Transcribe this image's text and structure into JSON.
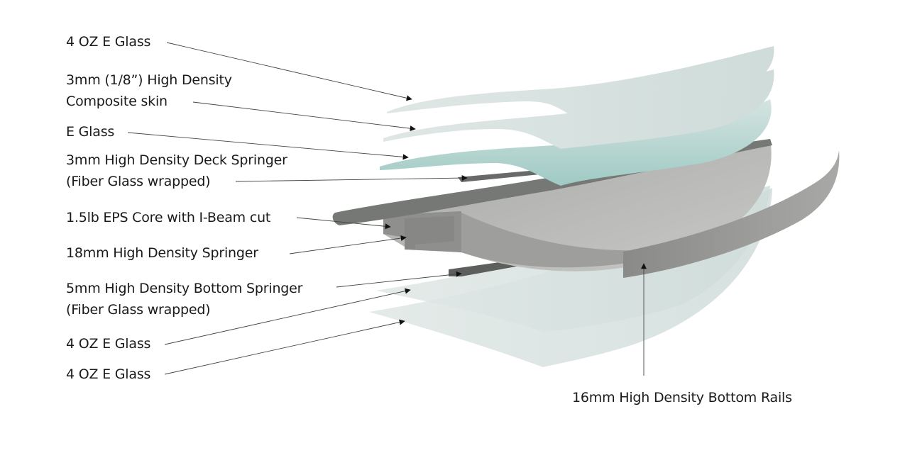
{
  "labels": {
    "l1_line1": "4 OZ E Glass",
    "l2_line1": "3mm (1/8”) High Density",
    "l2_line2": "Composite skin",
    "l3_line1": "E Glass",
    "l4_line1": "3mm High Density Deck Springer",
    "l4_line2": "(Fiber Glass wrapped)",
    "l5_line1": "1.5lb EPS Core with I-Beam cut",
    "l6_line1": "18mm High Density Springer",
    "l7_line1": "5mm High Density Bottom Springer",
    "l7_line2": "(Fiber Glass wrapped)",
    "l8_line1": "4 OZ E Glass",
    "l9_line1": "4 OZ E Glass",
    "l10_line1": "16mm High Density Bottom Rails"
  },
  "colors": {
    "glass": "#d9e3e1",
    "glass_teal": "#a9cfca",
    "foam": "#b9b9b7",
    "foam_dark": "#8e8e8c",
    "springer": "#6f716f",
    "text": "#1a1a1a",
    "leader": "#444444"
  }
}
